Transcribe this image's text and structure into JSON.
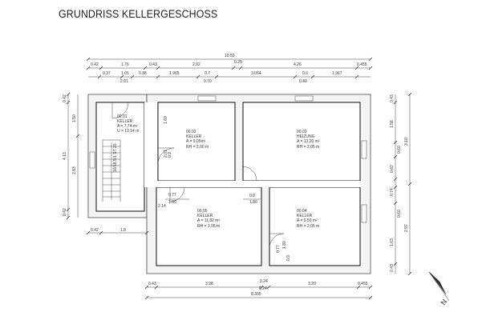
{
  "title": "GRUNDRISS KELLERGESCHOSS",
  "rooms": [
    {
      "id": "00.01",
      "name": "KELLER",
      "line1": "A = 7,74 m²",
      "line2": "U = 12,14 m"
    },
    {
      "id": "00.02",
      "name": "KELLER",
      "line1": "A = 9,05m²",
      "line2": "RH = 2,00 m"
    },
    {
      "id": "00.03",
      "name": "HEIZUNG",
      "line1": "A = 13,20 m²",
      "line2": "RH = 2,05 m"
    },
    {
      "id": "00.04",
      "name": "KELLER",
      "line1": "A = 9,50 m²",
      "line2": "RH = 2,05 m"
    },
    {
      "id": "00.05",
      "name": "KELLER",
      "line1": "A = 11,82 m²",
      "line2": "RH = 2,05 m"
    }
  ],
  "dimensions": {
    "top_overall": "10.50",
    "top_row1": [
      "0.42",
      "1.76",
      "0.43",
      "2.92",
      "0.25",
      "4.26",
      "0.455"
    ],
    "top_row2": [
      "0.37",
      "1.01",
      "0.38",
      "1.965",
      "0.7",
      "3.064",
      "0.6",
      "1.967"
    ],
    "top_row2_sub": [
      "2.01",
      "0.70",
      "0.40"
    ],
    "left_col1": [
      "0.42",
      "4.13",
      "0.42"
    ],
    "left_col2": [
      "1.50",
      "2.83"
    ],
    "right_col1": [
      "0.43",
      "1.58",
      "0.62",
      "0.74",
      "1.63",
      "0.43"
    ],
    "right_col1_sub": [
      "0.60",
      "0.60"
    ],
    "right_col2": [
      "3.10",
      "2.97"
    ],
    "bottom_row1": [
      "0.43",
      "3.98",
      "0.24",
      "3.20",
      "0.455"
    ],
    "bottom_row1_sub": [
      "0.24"
    ],
    "bottom_overall": "8.305",
    "mid_left": [
      "0.42",
      "1.8"
    ],
    "inner": {
      "d1": "1.60",
      "d2": "0.9",
      "d3": "2.01",
      "d4": "0.77",
      "d5": "1.80",
      "d6": "2.14",
      "d7": "0.8",
      "d8": "1.80",
      "d9": "0.77",
      "d10": "1.80",
      "d11": "0.9",
      "stair": "10/18,5/1 ST 20"
    }
  },
  "north_label": "N"
}
